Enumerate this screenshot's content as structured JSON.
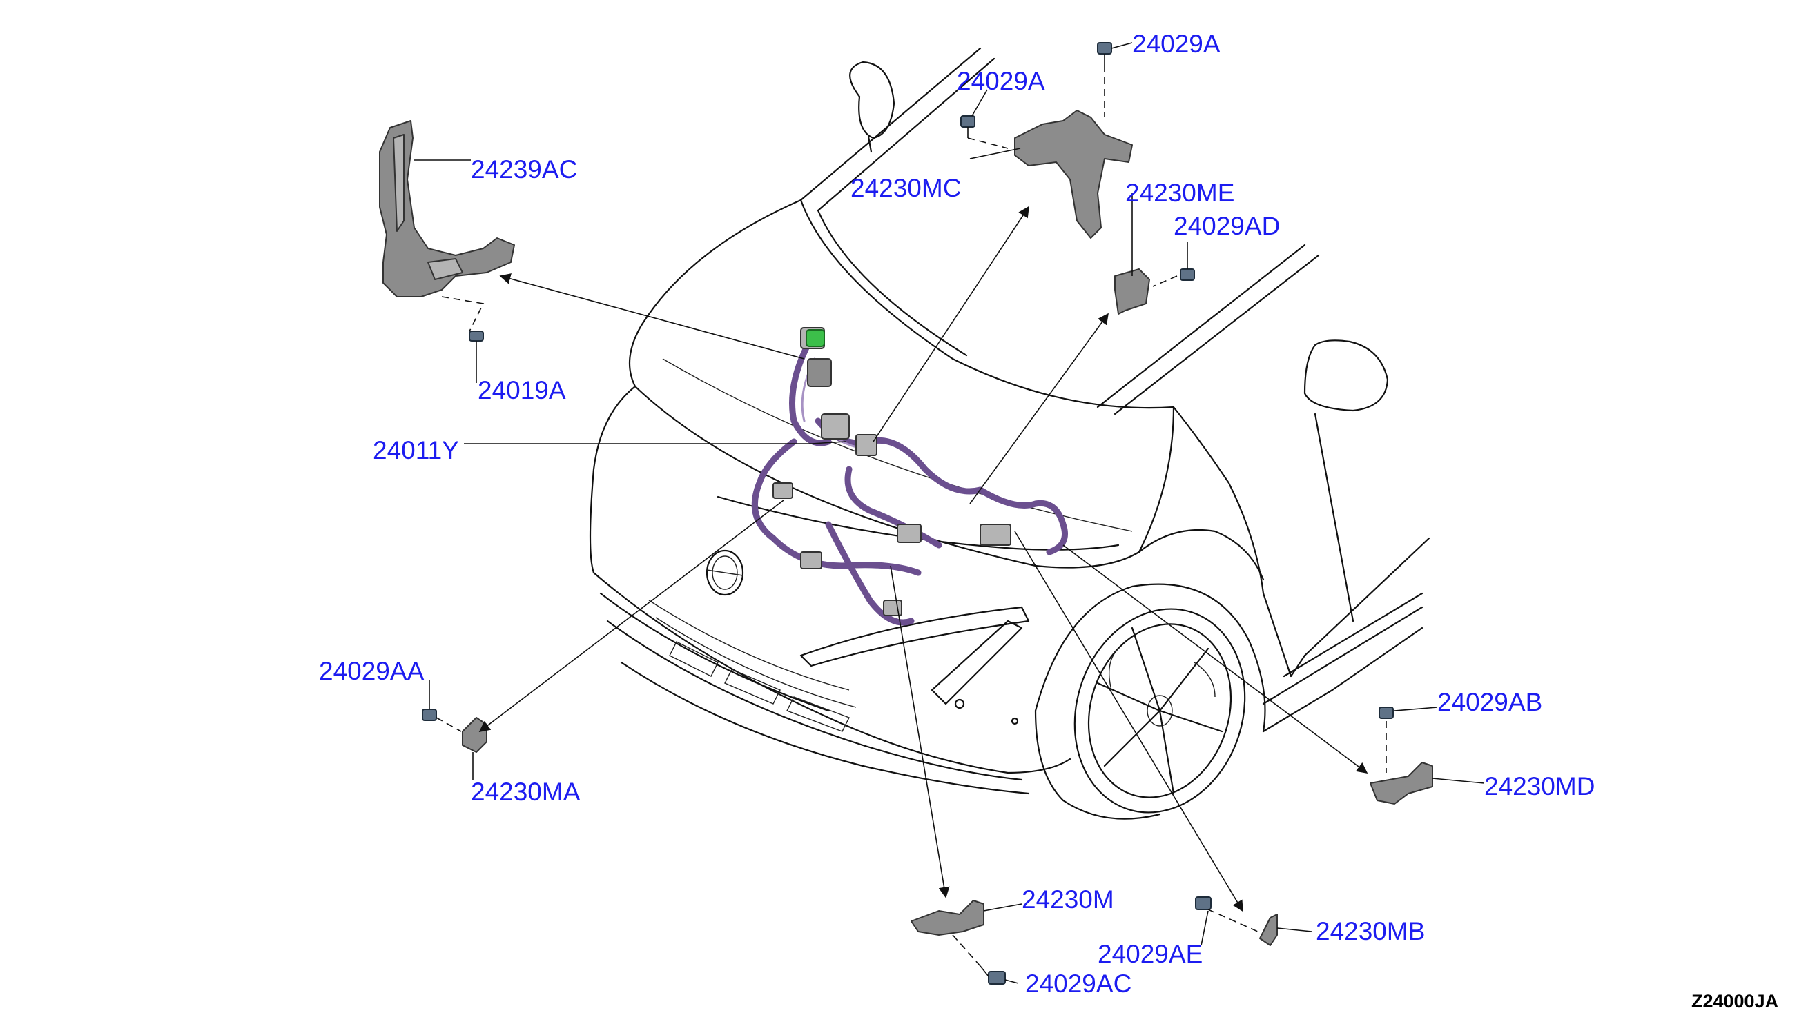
{
  "diagram_code": "Z24000JA",
  "colors": {
    "label": "#1c1cf0",
    "harness": "#6b4f8f",
    "connector_green": "#3cbf4a",
    "bracket_gray": "#8c8c8c",
    "bolt_blue": "#5f7287"
  },
  "callouts": [
    {
      "id": "24029A_top",
      "text": "24029A"
    },
    {
      "id": "24029A_left",
      "text": "24029A"
    },
    {
      "id": "24239AC",
      "text": "24239AC"
    },
    {
      "id": "24230MC",
      "text": "24230MC"
    },
    {
      "id": "24230ME",
      "text": "24230ME"
    },
    {
      "id": "24029AD",
      "text": "24029AD"
    },
    {
      "id": "24019A",
      "text": "24019A"
    },
    {
      "id": "24011Y",
      "text": "24011Y"
    },
    {
      "id": "24029AA",
      "text": "24029AA"
    },
    {
      "id": "24230MA",
      "text": "24230MA"
    },
    {
      "id": "24029AB",
      "text": "24029AB"
    },
    {
      "id": "24230MD",
      "text": "24230MD"
    },
    {
      "id": "24230M",
      "text": "24230M"
    },
    {
      "id": "24029AE",
      "text": "24029AE"
    },
    {
      "id": "24230MB",
      "text": "24230MB"
    },
    {
      "id": "24029AC",
      "text": "24029AC"
    }
  ]
}
